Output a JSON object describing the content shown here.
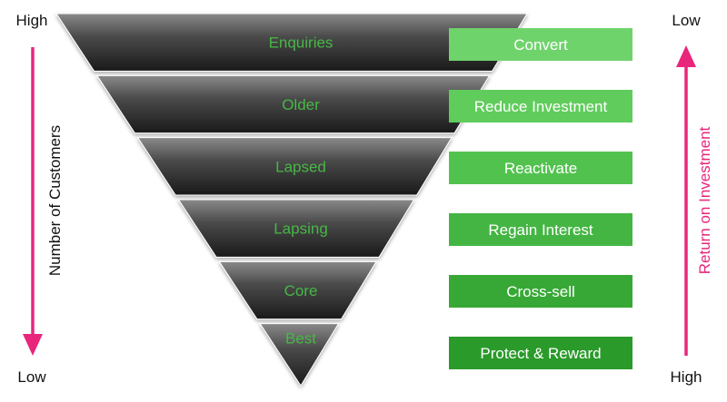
{
  "left_axis": {
    "top_label": "High",
    "bottom_label": "Low",
    "title": "Number of Customers",
    "arrow_direction": "down",
    "color": "#e8267c"
  },
  "right_axis": {
    "top_label": "Low",
    "bottom_label": "High",
    "title": "Return on Investment",
    "arrow_direction": "up",
    "color": "#e8267c"
  },
  "funnel": {
    "tiers": [
      {
        "label": "Enquiries",
        "action": "Convert"
      },
      {
        "label": "Older",
        "action": "Reduce Investment"
      },
      {
        "label": "Lapsed",
        "action": "Reactivate"
      },
      {
        "label": "Lapsing",
        "action": "Regain Interest"
      },
      {
        "label": "Core",
        "action": "Cross-sell"
      },
      {
        "label": "Best",
        "action": "Protect & Reward"
      }
    ],
    "tier_label_color": "#46b845",
    "action_box_colors": [
      "#6fd36c",
      "#60cc5c",
      "#52c24f",
      "#44b543",
      "#37a836",
      "#2a9a2a"
    ]
  }
}
